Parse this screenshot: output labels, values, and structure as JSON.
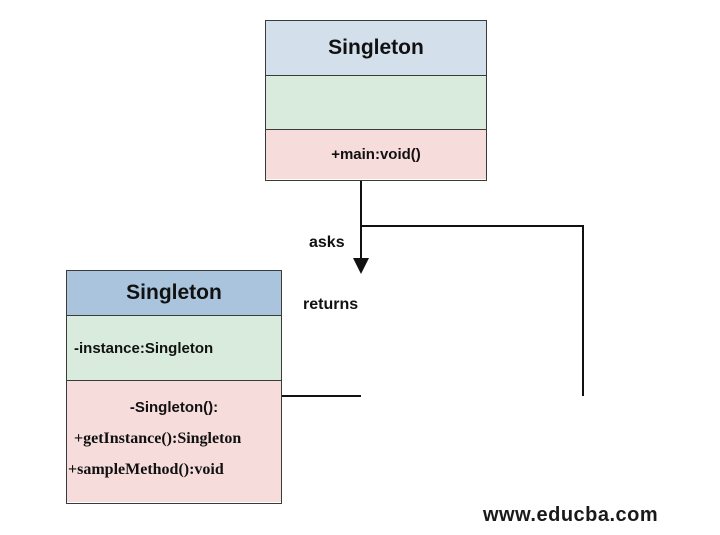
{
  "main_class": {
    "name": "Singleton",
    "attributes": "",
    "operations": [
      "+main:void()"
    ]
  },
  "singleton_class": {
    "name": "Singleton",
    "attributes": [
      "-instance:Singleton"
    ],
    "operations": [
      "-Singleton():",
      "+getInstance():Singleton",
      "+sampleMethod():void"
    ]
  },
  "relations": {
    "asks_label": "asks",
    "returns_label": "returns"
  },
  "watermark": "www.educba.com",
  "colors": {
    "header_top": "#d3e0ec",
    "header_bottom": "#a9c4dc",
    "attributes_bg": "#d9ebdc",
    "operations_bg": "#f7dcdc",
    "line": "#111111"
  }
}
